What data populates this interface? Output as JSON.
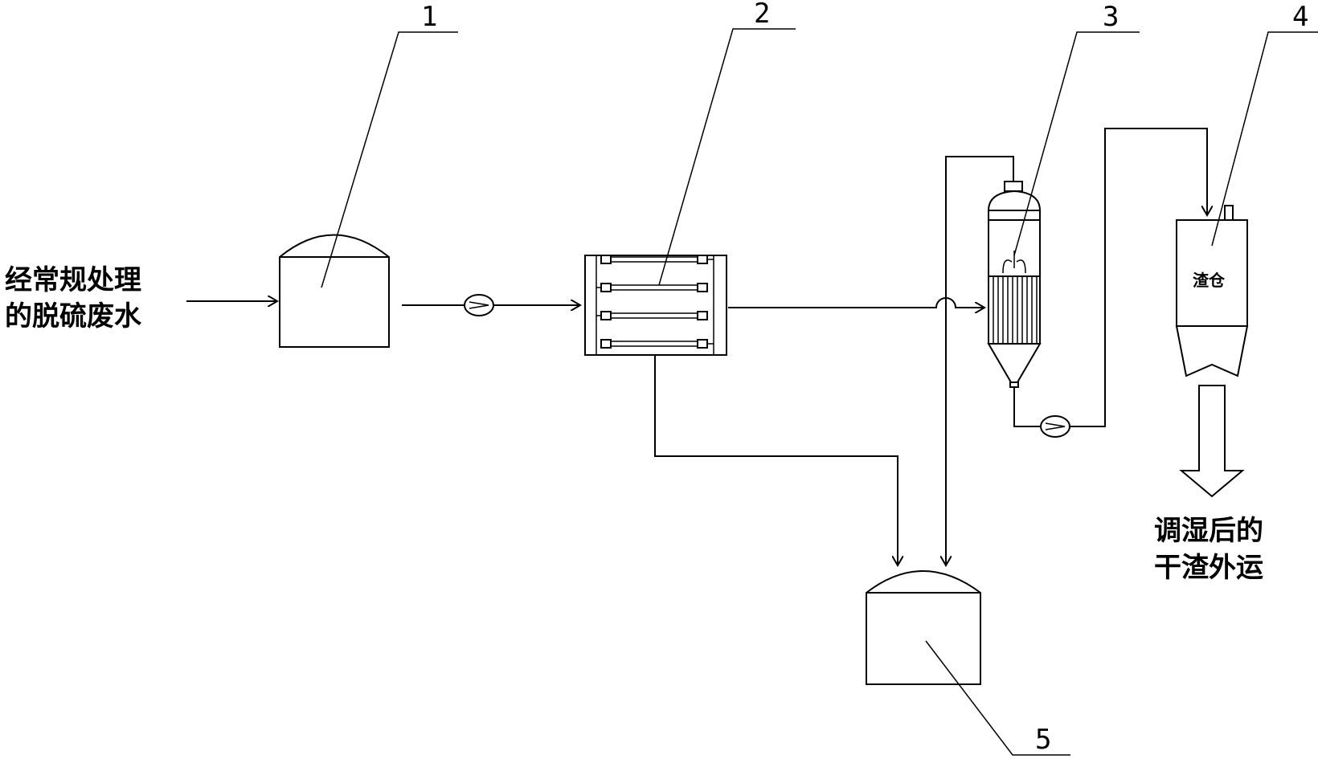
{
  "labels": {
    "input_line1": "经常规处理",
    "input_line2": "的脱硫废水",
    "output_line1": "调湿后的",
    "output_line2": "干渣外运",
    "slag_bin": "渣仓"
  },
  "callouts": {
    "c1": "1",
    "c2": "2",
    "c3": "3",
    "c4": "4",
    "c5": "5"
  }
}
